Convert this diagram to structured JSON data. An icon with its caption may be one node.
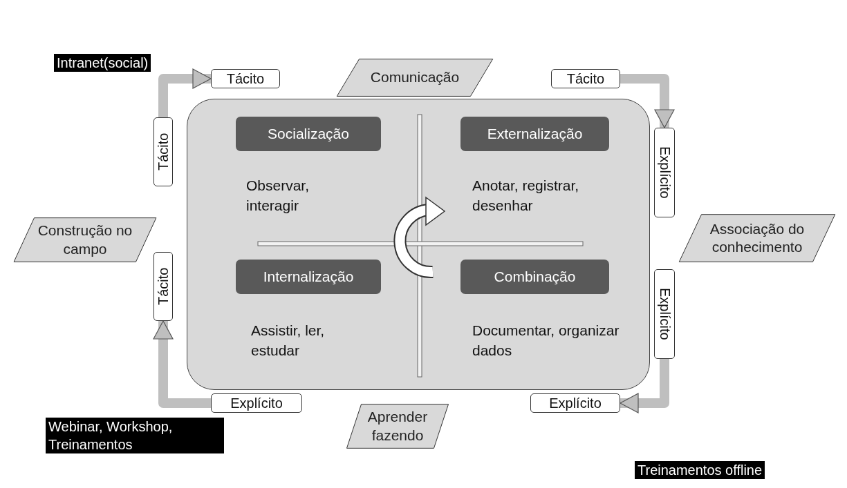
{
  "diagram": {
    "nodes": [
      {
        "text": [
          "Comunicação"
        ]
      },
      {
        "text": [
          "Tácito"
        ]
      },
      {
        "text": [
          "Tácito"
        ]
      },
      {
        "text": [
          "Tácito"
        ]
      },
      {
        "text": [],
        "shape": "box"
      },
      {
        "text": [
          "Socialização"
        ],
        "in": 4,
        "beside": [
          "Observar, interagir"
        ]
      },
      {
        "text": [
          "Externalização"
        ],
        "in": 4,
        "beside": [
          "Anotar, registrar, desenhar"
        ]
      },
      {
        "text": [
          "Explícito"
        ]
      },
      {
        "text": [
          "Construção no campo"
        ]
      },
      {
        "text": [
          "Associação do conhecimento"
        ]
      },
      {
        "text": [
          "Internalização"
        ],
        "in": 4,
        "beside": [
          "Assistir, ler, estudar"
        ]
      },
      {
        "text": [
          "Combinação"
        ],
        "in": 4,
        "beside": [
          "Documentar, organizar dados"
        ]
      },
      {
        "text": [
          "Tácito"
        ]
      },
      {
        "text": [
          "Explícito"
        ]
      },
      {
        "text": [
          "Explícito"
        ]
      },
      {
        "text": [
          "Explícito"
        ]
      },
      {
        "text": [
          "Aprender fazendo"
        ]
      }
    ],
    "edges": [
      {
        "from": 3,
        "to": 1,
        "arrow": "to"
      },
      {
        "from": 2,
        "to": 7,
        "arrow": "to"
      },
      {
        "from": 13,
        "to": 15,
        "arrow": "to"
      },
      {
        "from": 14,
        "to": 12,
        "arrow": "to"
      }
    ],
    "labels": [
      "Intranet(social)",
      "Webinar, Workshop, Treinamentos",
      "Treinamentos offline"
    ]
  }
}
